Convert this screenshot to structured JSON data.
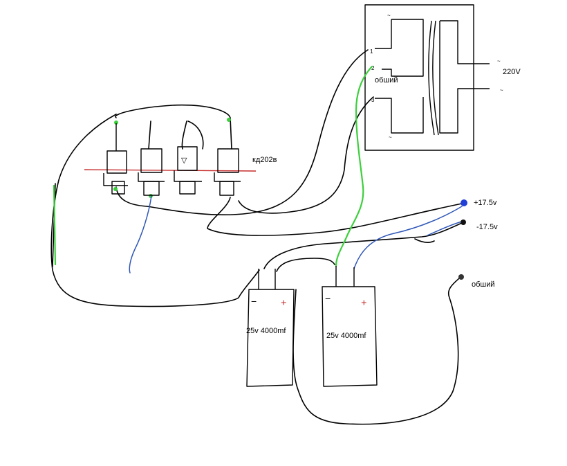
{
  "transformer": {
    "pin1": "1",
    "pin2": "2",
    "pin3": "3",
    "tilde_secondary": "~",
    "tilde_primary": "~",
    "primary_voltage": "220V",
    "common_label": "обший"
  },
  "diode_bridge": {
    "part_label": "кд202в",
    "diode_symbol": "▽"
  },
  "capacitors": [
    {
      "rating": "25v 4000mf",
      "minus": "−",
      "plus": "+"
    },
    {
      "rating": "25v 4000mf",
      "minus": "−",
      "plus": "+"
    }
  ],
  "outputs": {
    "positive": "+17.5v",
    "negative": "-17.5v",
    "common": "обший"
  },
  "colors": {
    "wire": "#000000",
    "green_wire": "#3ccf3c",
    "blue_wire": "#2f57b8",
    "red_line": "#c62a2a",
    "terminal_blue": "#1f3fd6"
  }
}
